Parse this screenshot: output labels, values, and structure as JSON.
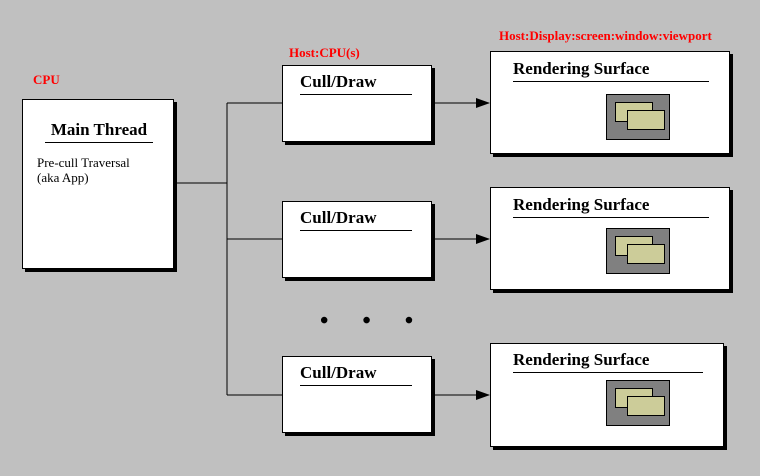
{
  "labels": {
    "cpu": "CPU",
    "host_cpus": "Host:CPU(s)",
    "host_display": "Host:Display:screen:window:viewport"
  },
  "main_thread": {
    "title": "Main Thread",
    "body_line1": "Pre-cull Traversal",
    "body_line2": "(aka App)"
  },
  "cull_draw": [
    "Cull/Draw",
    "Cull/Draw",
    "Cull/Draw"
  ],
  "rendering_surface": [
    "Rendering Surface",
    "Rendering Surface",
    "Rendering Surface"
  ],
  "ellipsis": "• • •",
  "colors": {
    "background": "#c0c0c0",
    "label_red": "#ff0000",
    "window_fill": "#cccc99",
    "screen_fill": "#808080"
  },
  "icons": [
    "screen-icon",
    "window-icon",
    "arrow-icon"
  ]
}
